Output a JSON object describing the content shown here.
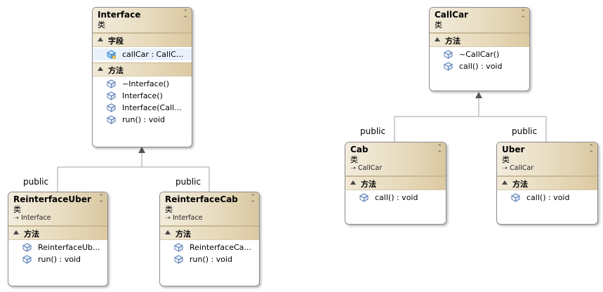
{
  "classes": {
    "interface": {
      "name": "Interface",
      "kind": "类",
      "sections": {
        "fields": {
          "label": "字段",
          "items": [
            "callCar : CallC..."
          ]
        },
        "methods": {
          "label": "方法",
          "items": [
            "~Interface()",
            "Interface()",
            "Interface(Call...",
            "run() : void"
          ]
        }
      }
    },
    "reinterface_uber": {
      "name": "ReinterfaceUber",
      "kind": "类",
      "base": "Interface",
      "sections": {
        "methods": {
          "label": "方法",
          "items": [
            "ReinterfaceUb...",
            "run() : void"
          ]
        }
      }
    },
    "reinterface_cab": {
      "name": "ReinterfaceCab",
      "kind": "类",
      "base": "Interface",
      "sections": {
        "methods": {
          "label": "方法",
          "items": [
            "ReinterfaceCa...",
            "run() : void"
          ]
        }
      }
    },
    "callcar": {
      "name": "CallCar",
      "kind": "类",
      "sections": {
        "methods": {
          "label": "方法",
          "items": [
            "~CallCar()",
            "call() : void"
          ]
        }
      }
    },
    "cab": {
      "name": "Cab",
      "kind": "类",
      "base": "CallCar",
      "sections": {
        "methods": {
          "label": "方法",
          "items": [
            "call() : void"
          ]
        }
      }
    },
    "uber": {
      "name": "Uber",
      "kind": "类",
      "base": "CallCar",
      "sections": {
        "methods": {
          "label": "方法",
          "items": [
            "call() : void"
          ]
        }
      }
    }
  },
  "relations": {
    "ruber_label": "public",
    "rcab_label": "public",
    "cab_label": "public",
    "uber_label": "public"
  },
  "colors": {
    "header_gradient_start": "#f3ecdd",
    "header_gradient_end": "#d9c7a0",
    "connector": "#a0a0a0",
    "arrowhead": "#555555",
    "method_icon": "#5a7fb5",
    "field_icon": "#3f8fd0"
  },
  "icons": {
    "collapse": "double-chevron-up-icon",
    "section_toggle": "triangle-up-icon",
    "method": "method-cube-icon",
    "field": "field-icon",
    "inherit": "inherit-arrow-icon"
  }
}
